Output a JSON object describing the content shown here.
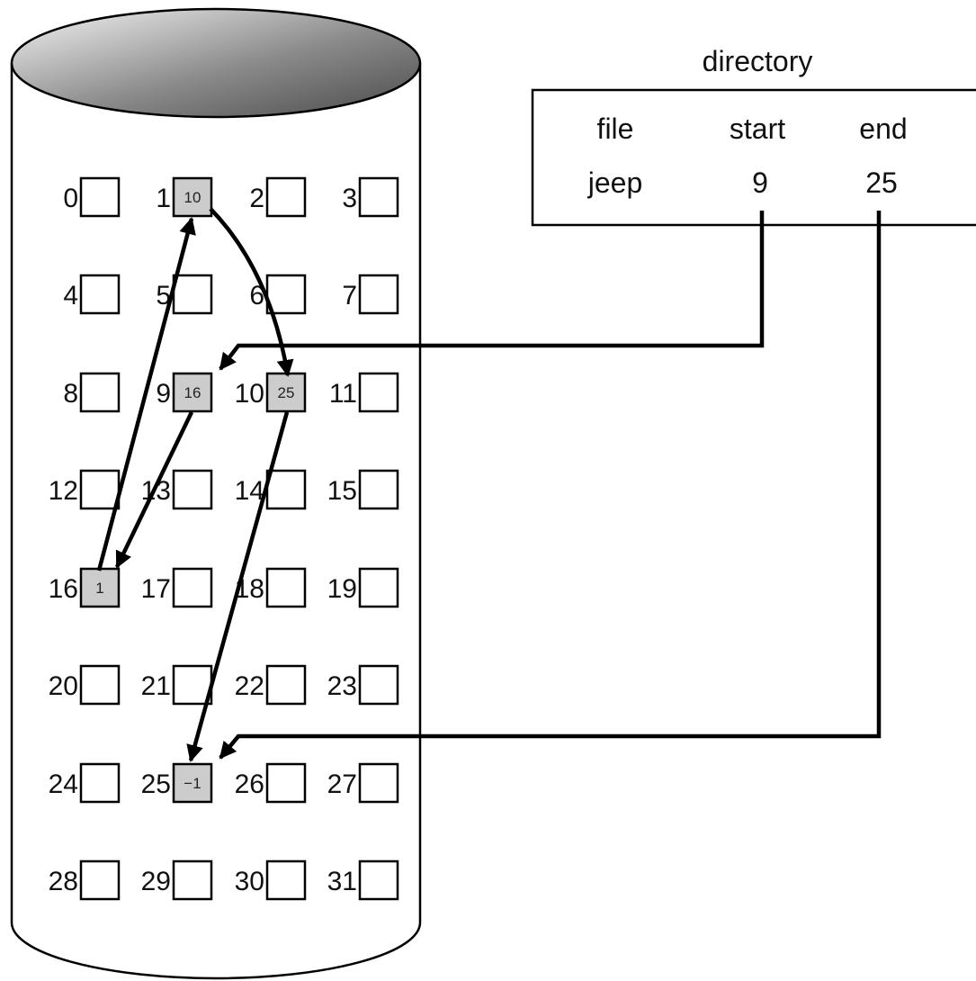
{
  "disk": {
    "blocks": [
      {
        "label": "0",
        "value": ""
      },
      {
        "label": "1",
        "value": "10"
      },
      {
        "label": "2",
        "value": ""
      },
      {
        "label": "3",
        "value": ""
      },
      {
        "label": "4",
        "value": ""
      },
      {
        "label": "5",
        "value": ""
      },
      {
        "label": "6",
        "value": ""
      },
      {
        "label": "7",
        "value": ""
      },
      {
        "label": "8",
        "value": ""
      },
      {
        "label": "9",
        "value": "16"
      },
      {
        "label": "10",
        "value": "25"
      },
      {
        "label": "11",
        "value": ""
      },
      {
        "label": "12",
        "value": ""
      },
      {
        "label": "13",
        "value": ""
      },
      {
        "label": "14",
        "value": ""
      },
      {
        "label": "15",
        "value": ""
      },
      {
        "label": "16",
        "value": "1"
      },
      {
        "label": "17",
        "value": ""
      },
      {
        "label": "18",
        "value": ""
      },
      {
        "label": "19",
        "value": ""
      },
      {
        "label": "20",
        "value": ""
      },
      {
        "label": "21",
        "value": ""
      },
      {
        "label": "22",
        "value": ""
      },
      {
        "label": "23",
        "value": ""
      },
      {
        "label": "24",
        "value": ""
      },
      {
        "label": "25",
        "value": "−1"
      },
      {
        "label": "26",
        "value": ""
      },
      {
        "label": "27",
        "value": ""
      },
      {
        "label": "28",
        "value": ""
      },
      {
        "label": "29",
        "value": ""
      },
      {
        "label": "30",
        "value": ""
      },
      {
        "label": "31",
        "value": ""
      }
    ],
    "used_fill": "#cccccc",
    "top_gradient": [
      "#f4f4f4",
      "#8a8a8a",
      "#4a4a4a"
    ]
  },
  "directory": {
    "title": "directory",
    "headers": {
      "file": "file",
      "start": "start",
      "end": "end"
    },
    "entry": {
      "file": "jeep",
      "start": "9",
      "end": "25"
    }
  }
}
